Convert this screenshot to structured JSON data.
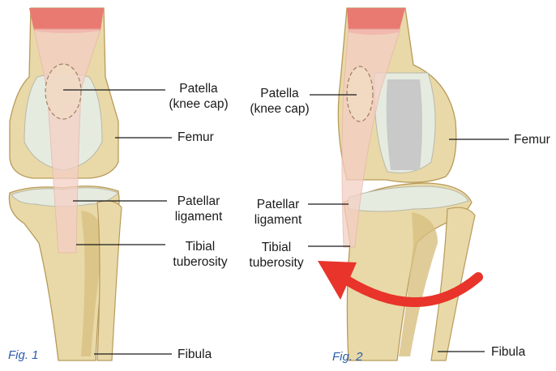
{
  "figure1": {
    "caption": "Fig. 1",
    "labels": {
      "patella_line1": "Patella",
      "patella_line2": "(knee cap)",
      "femur": "Femur",
      "patellar_ligament_line1": "Patellar",
      "patellar_ligament_line2": "ligament",
      "tibial_tuberosity_line1": "Tibial",
      "tibial_tuberosity_line2": "tuberosity",
      "fibula": "Fibula"
    }
  },
  "figure2": {
    "caption": "Fig. 2",
    "labels": {
      "patella_line1": "Patella",
      "patella_line2": "(knee cap)",
      "femur": "Femur",
      "patellar_ligament_line1": "Patellar",
      "patellar_ligament_line2": "ligament",
      "tibial_tuberosity_line1": "Tibial",
      "tibial_tuberosity_line2": "tuberosity",
      "fibula": "Fibula"
    }
  },
  "colors": {
    "bone": "#e9d9a8",
    "bone_dark": "#d8bf80",
    "bone_outline": "#b89a5a",
    "cartilage": "#e6ebe0",
    "muscle": "#e97a72",
    "tendon": "#f4cfc4",
    "groove": "#c9c9c9",
    "arrow": "#e8342a",
    "caption": "#2a5ea8"
  }
}
